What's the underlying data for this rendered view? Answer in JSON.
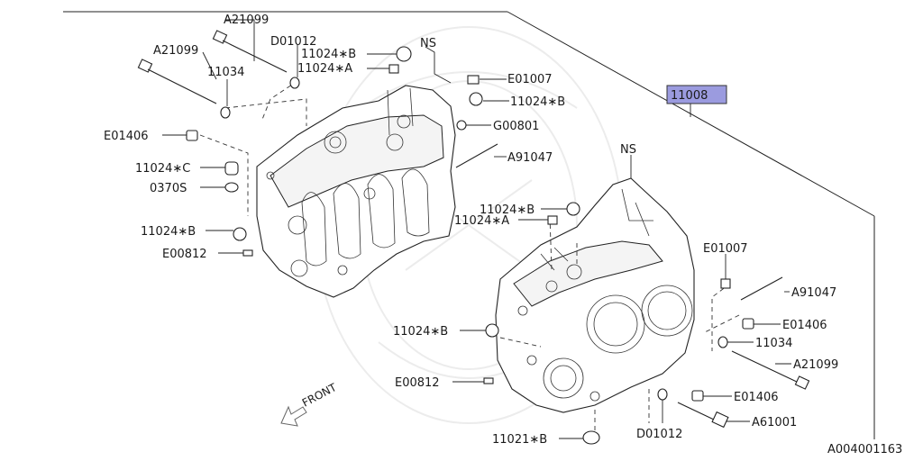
{
  "main_part": {
    "number": "11008",
    "highlight_color": "#9b9bdf"
  },
  "figure_id": "A004001163",
  "front_label": "FRONT",
  "labels": [
    {
      "id": "a21099-top",
      "text": "A21099"
    },
    {
      "id": "d01012-top",
      "text": "D01012"
    },
    {
      "id": "ns-left",
      "text": "NS"
    },
    {
      "id": "a21099-left",
      "text": "A21099"
    },
    {
      "id": "11024b-top",
      "text": "11024∗B"
    },
    {
      "id": "11024a-top",
      "text": "11024∗A"
    },
    {
      "id": "e01007-top",
      "text": "E01007"
    },
    {
      "id": "11034-left",
      "text": "11034"
    },
    {
      "id": "11024b-right-top",
      "text": "11024∗B"
    },
    {
      "id": "g00801",
      "text": "G00801"
    },
    {
      "id": "e01406-left",
      "text": "E01406"
    },
    {
      "id": "a91047-top",
      "text": "A91047"
    },
    {
      "id": "11024c",
      "text": "11024∗C"
    },
    {
      "id": "0370s",
      "text": "0370S"
    },
    {
      "id": "ns-right",
      "text": "NS"
    },
    {
      "id": "11024b-mid",
      "text": "11024∗B"
    },
    {
      "id": "11024a-mid",
      "text": "11024∗A"
    },
    {
      "id": "11024b-left",
      "text": "11024∗B"
    },
    {
      "id": "e00812-left",
      "text": "E00812"
    },
    {
      "id": "e01007-right",
      "text": "E01007"
    },
    {
      "id": "a91047-right",
      "text": "A91047"
    },
    {
      "id": "e01406-right-top",
      "text": "E01406"
    },
    {
      "id": "11024b-lower",
      "text": "11024∗B"
    },
    {
      "id": "11034-right",
      "text": "11034"
    },
    {
      "id": "a21099-right",
      "text": "A21099"
    },
    {
      "id": "e00812-lower",
      "text": "E00812"
    },
    {
      "id": "e01406-right-low",
      "text": "E01406"
    },
    {
      "id": "a61001",
      "text": "A61001"
    },
    {
      "id": "d01012-bottom",
      "text": "D01012"
    },
    {
      "id": "11021b",
      "text": "11021∗B"
    }
  ]
}
